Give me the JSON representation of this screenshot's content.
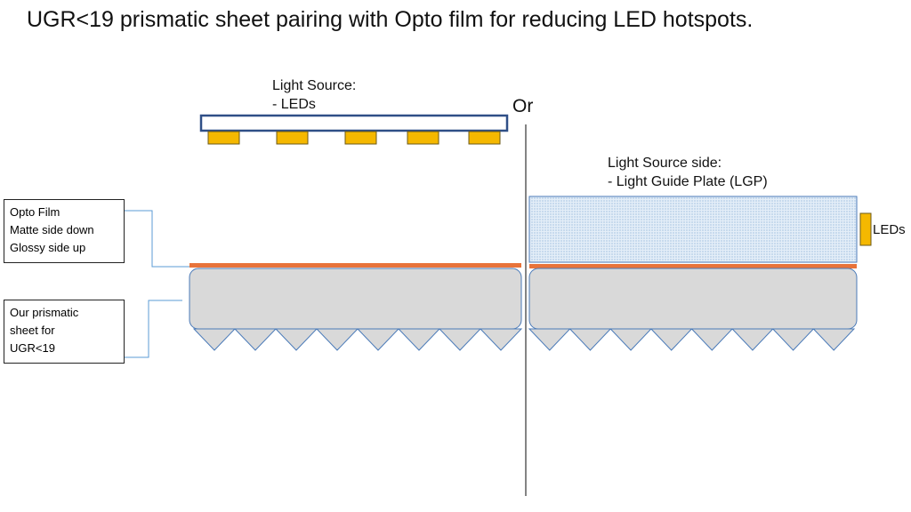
{
  "title": "UGR<19 prismatic sheet pairing with Opto film for reducing LED hotspots.",
  "left_source": {
    "heading": "Light Source:",
    "item": "- LEDs"
  },
  "or_label": "Or",
  "right_source": {
    "heading": "Light Source side:",
    "item": "- Light Guide Plate (LGP)",
    "led_label": "LEDs"
  },
  "opto_callout": {
    "lines": [
      "Opto Film",
      "Matte side down",
      "Glossy side up"
    ]
  },
  "prism_callout": {
    "lines": [
      "Our prismatic",
      "sheet for",
      "UGR<19"
    ]
  },
  "colors": {
    "led": "#f5b800",
    "led_outline": "#6b5a1a",
    "led_bar": "#2f4f87",
    "opto_film": "#e8733a",
    "sheet_fill": "#d9d9d9",
    "sheet_stroke": "#4a7ab8",
    "lgp_fill": "#cfe0f0",
    "leader": "#5b9bd5",
    "divider": "#333333"
  },
  "left_led_count": 5,
  "left_prism_count": 8,
  "right_prism_count": 8
}
